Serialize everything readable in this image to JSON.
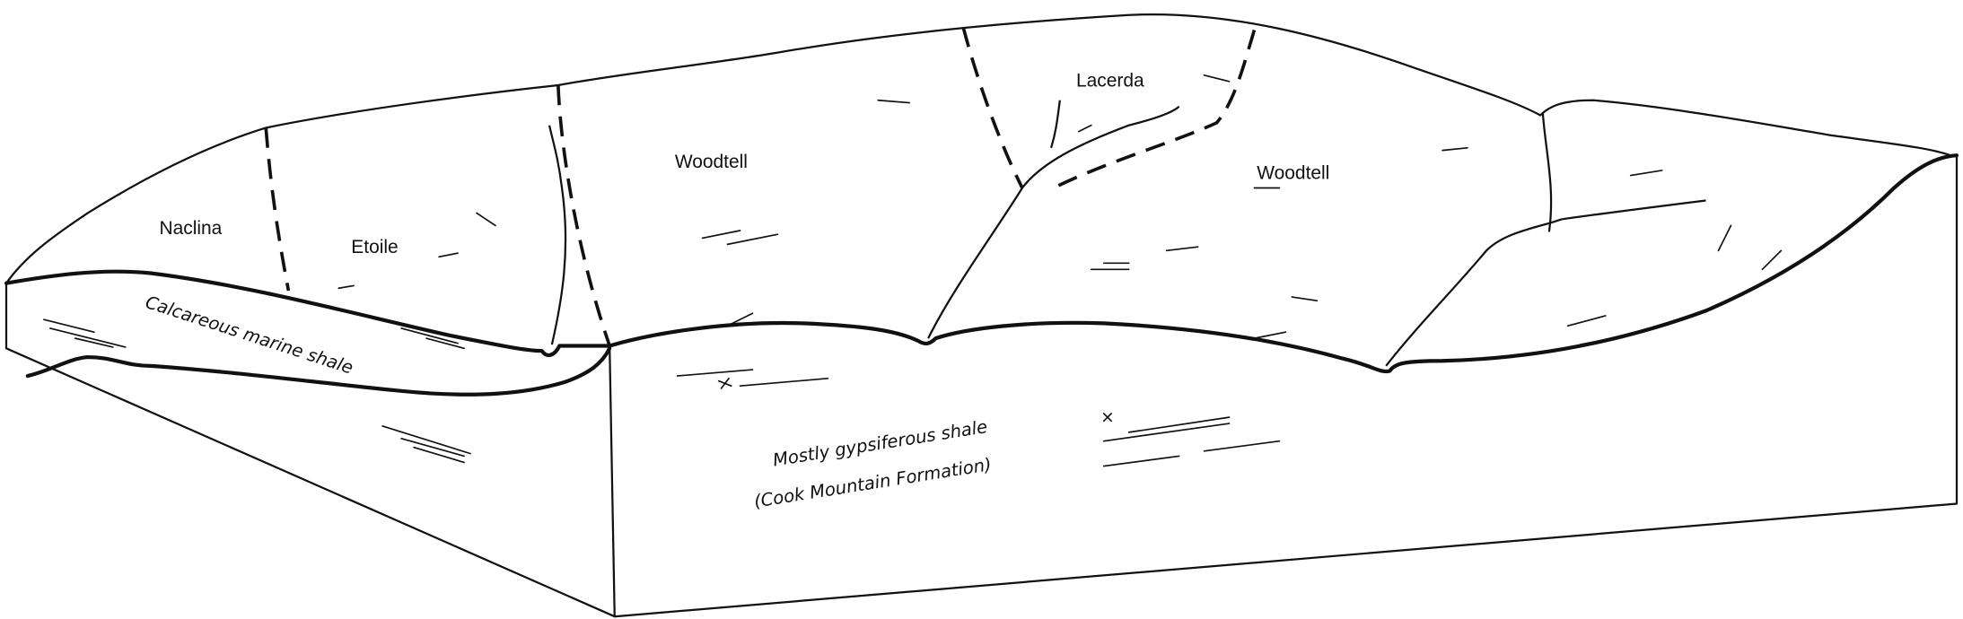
{
  "diagram": {
    "soil_labels": [
      "Naclina",
      "Etoile",
      "Woodtell",
      "Lacerda",
      "Woodtell"
    ],
    "layer_labels": {
      "upper": "Calcareous marine shale",
      "lower_line1": "Mostly gypsiferous shale",
      "lower_line2": "(Cook Mountain Formation)"
    }
  }
}
